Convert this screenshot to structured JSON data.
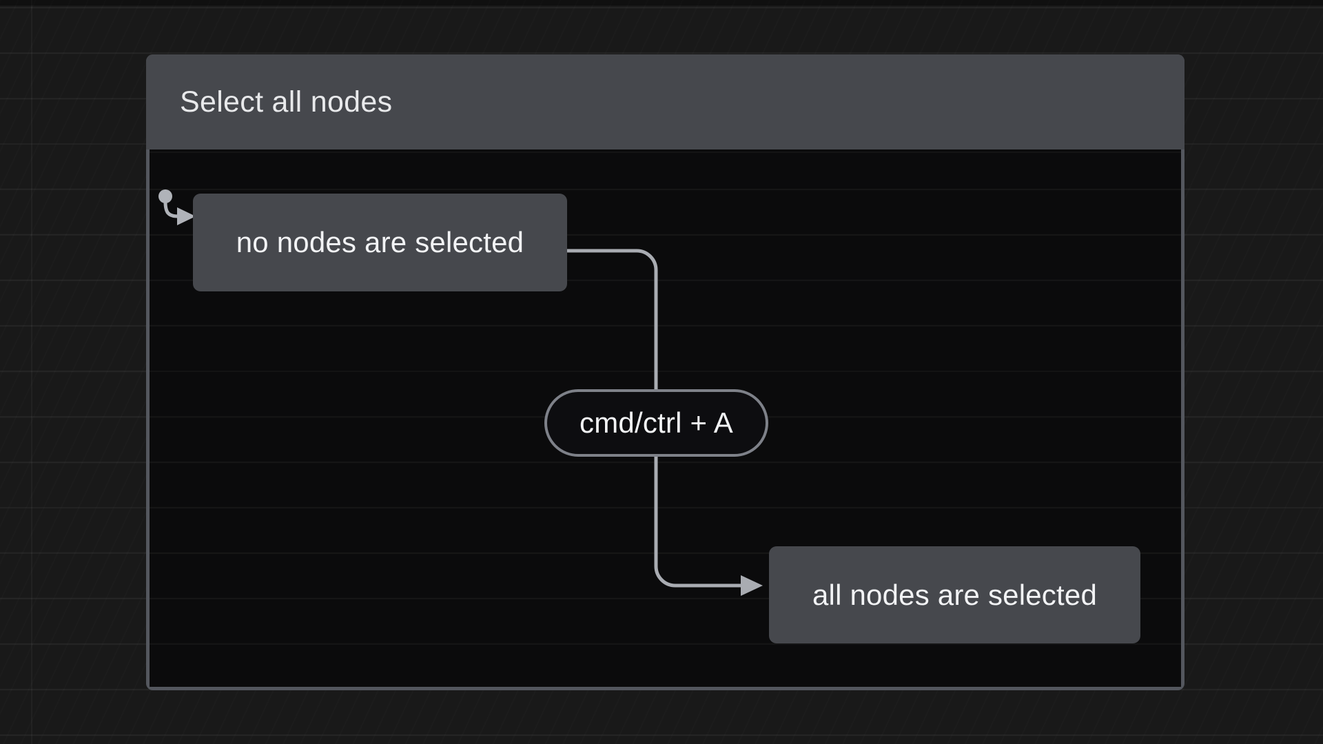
{
  "card": {
    "title": "Select all nodes"
  },
  "diagram": {
    "start_node": {
      "label": "no nodes are selected"
    },
    "shortcut": {
      "label": "cmd/ctrl + A"
    },
    "end_node": {
      "label": "all nodes are selected"
    },
    "icons": {
      "pointer": "drag-pointer-icon",
      "arrowhead": "arrowhead-icon"
    }
  },
  "colors": {
    "page_background": "#191919",
    "card_header": "#46484d",
    "card_body": "#0b0b0c",
    "card_border": "#54575e",
    "node_fill": "#46484d",
    "node_text": "#f2f3f5",
    "title_text": "#e8e9eb",
    "pill_fill": "#0d0d10",
    "pill_border": "#7e8189",
    "connector": "#a9acb2",
    "icon_color": "#b0b3b9"
  }
}
